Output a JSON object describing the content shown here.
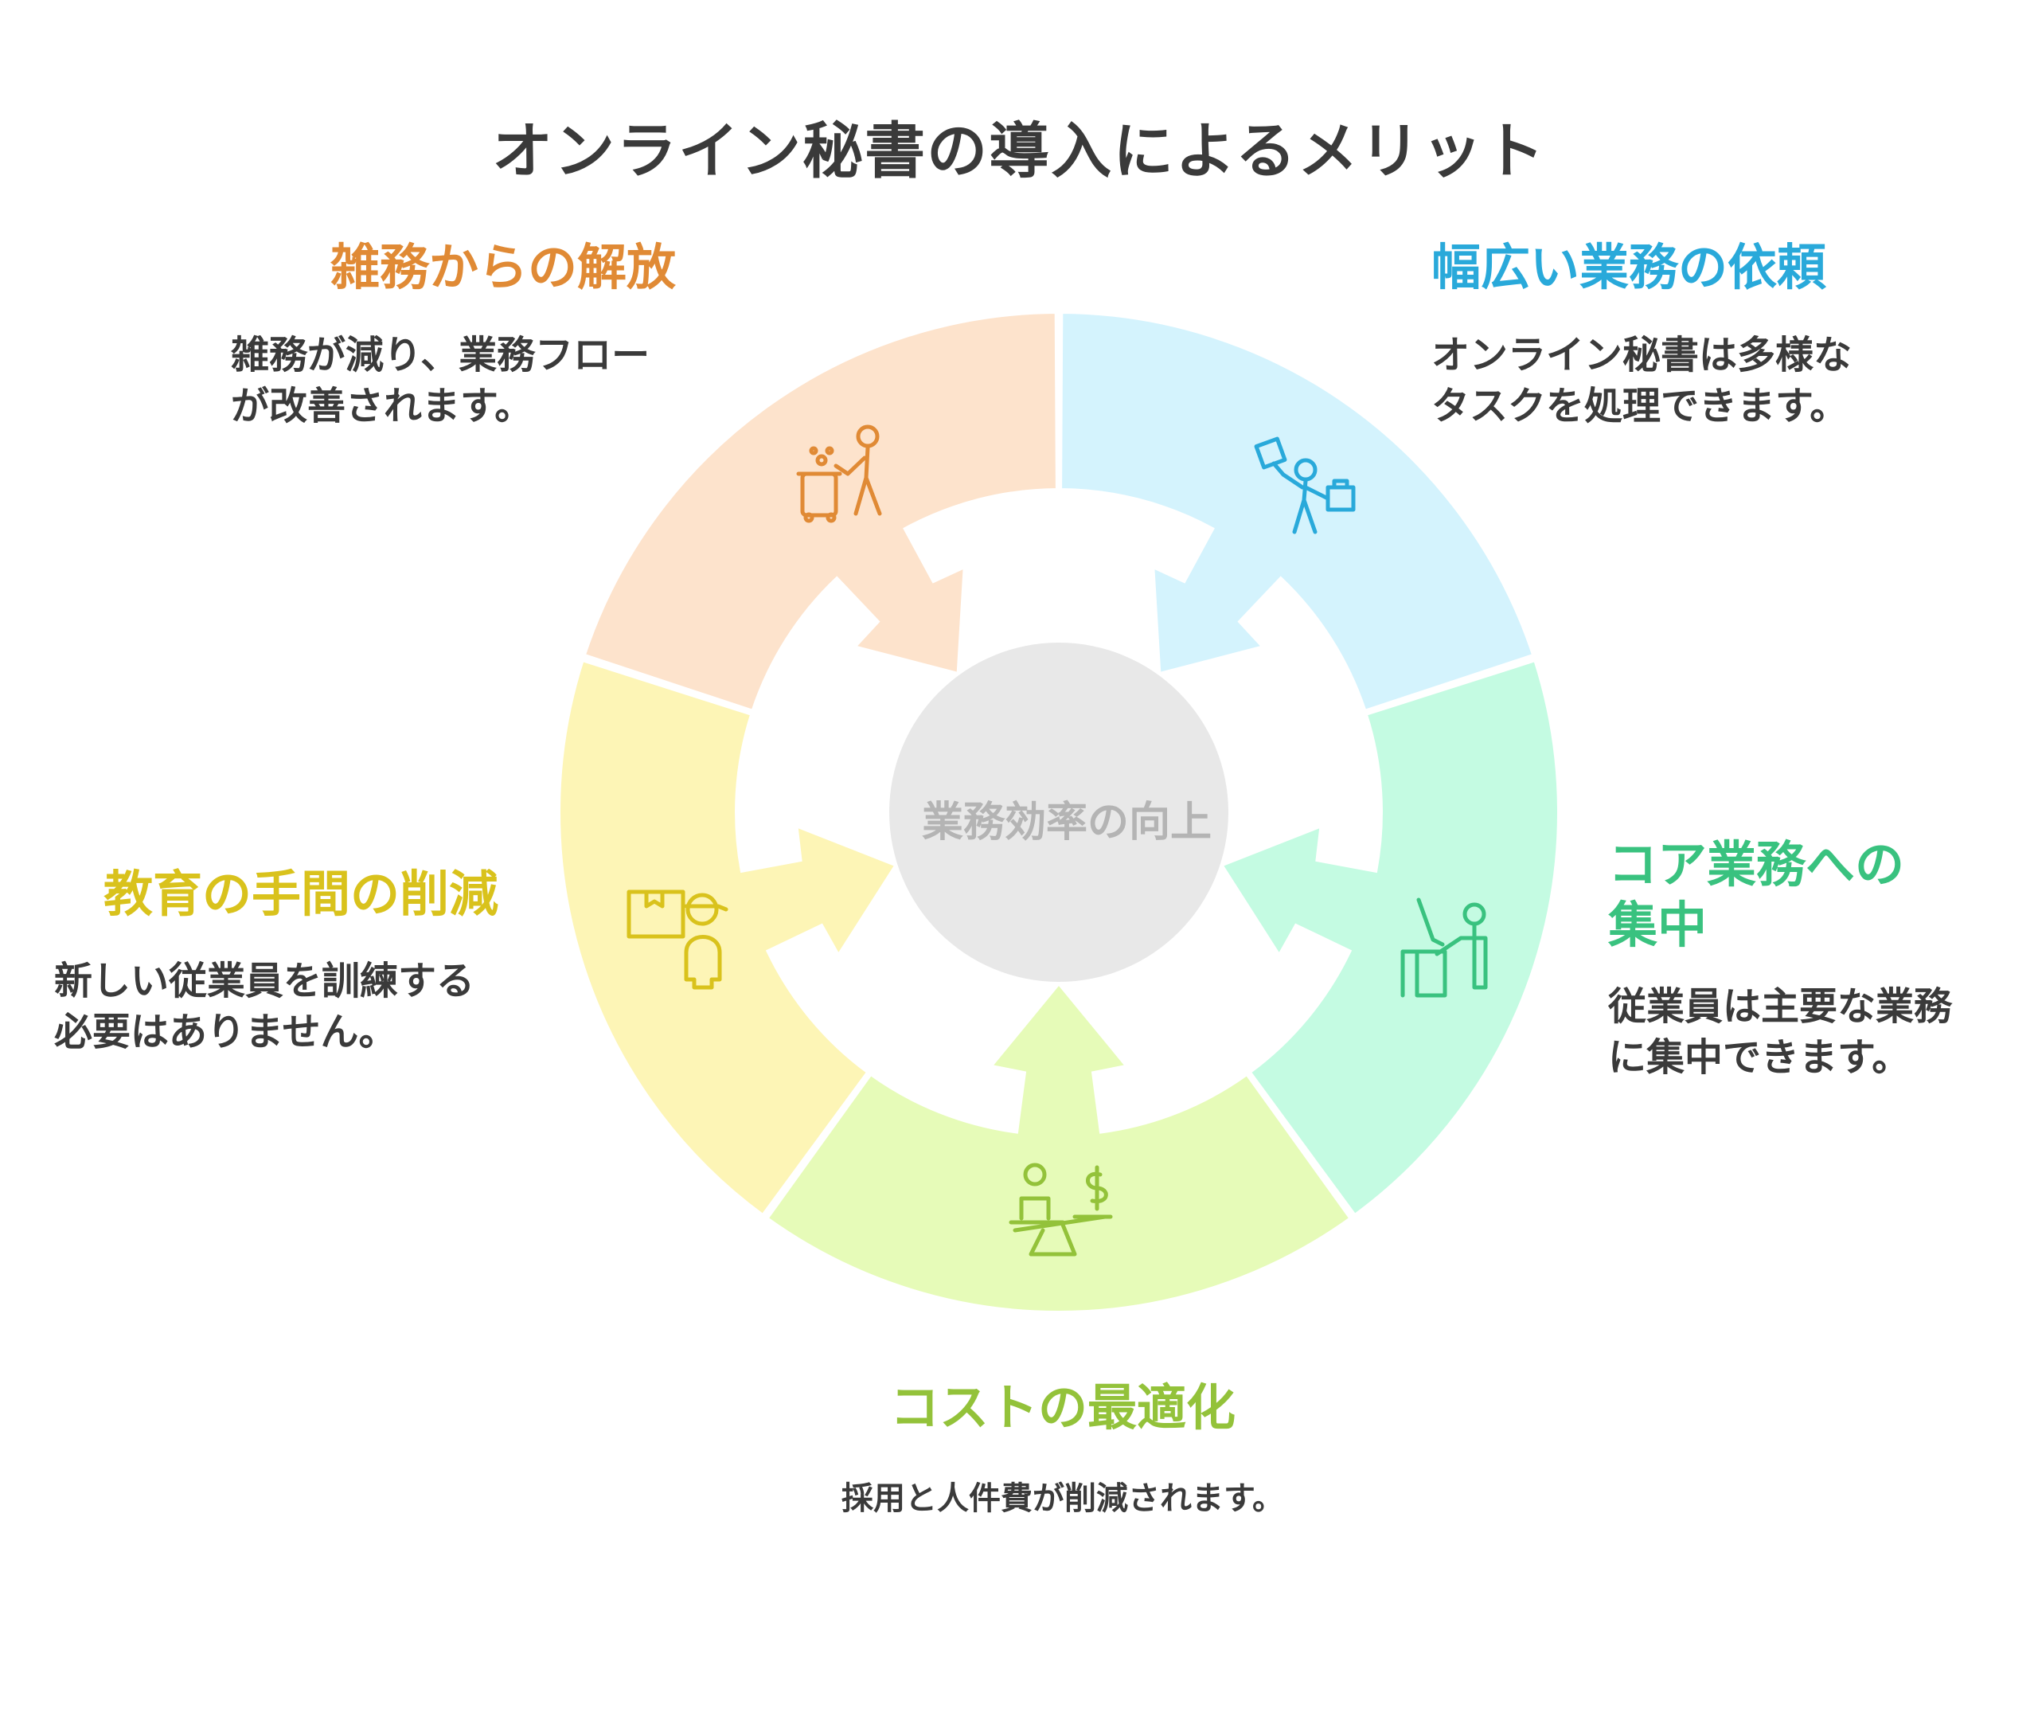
{
  "title": "オンライン秘書の導入によるメリット",
  "center": {
    "label": "業務効率の向上",
    "color": "#e8e8e8",
    "text_color": "#b4b4b4"
  },
  "segments": [
    {
      "heading": "雑務からの解放",
      "desc_lines": [
        "雑務が減り、業務フロー",
        "が改善されます。"
      ],
      "color": "#fde3cc",
      "accent": "#e08a35",
      "icon": "janitor-icon"
    },
    {
      "heading": "幅広い業務の依頼",
      "desc_lines": [
        "オンライン秘書は多様な",
        "タスクを処理できます。"
      ],
      "color": "#d4f3fd",
      "accent": "#29a9da",
      "icon": "multitasking-person-icon"
    },
    {
      "heading_lines": [
        "コア業務への",
        "集中"
      ],
      "desc_lines": [
        "従業員は主要な業務",
        "に集中できます。"
      ],
      "color": "#c4fbe2",
      "accent": "#39c27f",
      "icon": "person-at-desk-icon"
    },
    {
      "heading": "コストの最適化",
      "desc_lines": [
        "採用と人件費が削減されます。"
      ],
      "color": "#e6fbb8",
      "accent": "#93c23a",
      "icon": "scale-person-dollar-icon"
    },
    {
      "heading": "教育の手間の削減",
      "desc_lines": [
        "新しい従業員を訓練する",
        "必要はありません。"
      ],
      "color": "#fdf5b6",
      "accent": "#d9c21c",
      "icon": "delivery-person-icon"
    }
  ]
}
